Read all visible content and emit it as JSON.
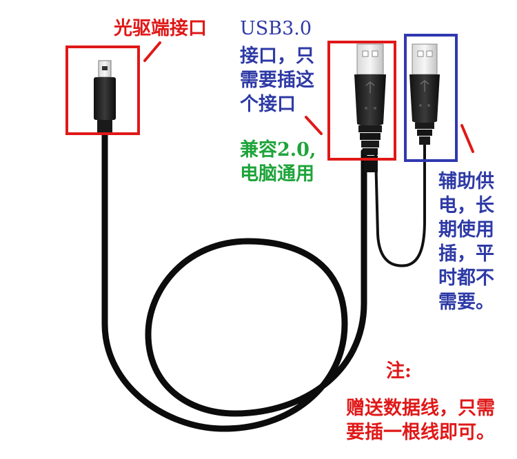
{
  "labels": {
    "optical_drive_port": "光驱端接口",
    "usb3_title": "USB3.0",
    "usb3_lines": [
      "接口，只",
      "需要插这",
      "个接口"
    ],
    "compat_lines": [
      "兼容2.0,",
      "电脑通用"
    ],
    "aux_power_lines": [
      "辅助供",
      "电，长",
      "期使用",
      "插，平",
      "时都不",
      "需要。"
    ],
    "note_title": "注:",
    "note_lines": [
      "赠送数据线，只需",
      "要插一根线即可。"
    ]
  },
  "colors": {
    "red_box": "#e01818",
    "blue_box": "#3038b0",
    "green_text": "#1ea43a",
    "cable": "#0c0c0c"
  }
}
